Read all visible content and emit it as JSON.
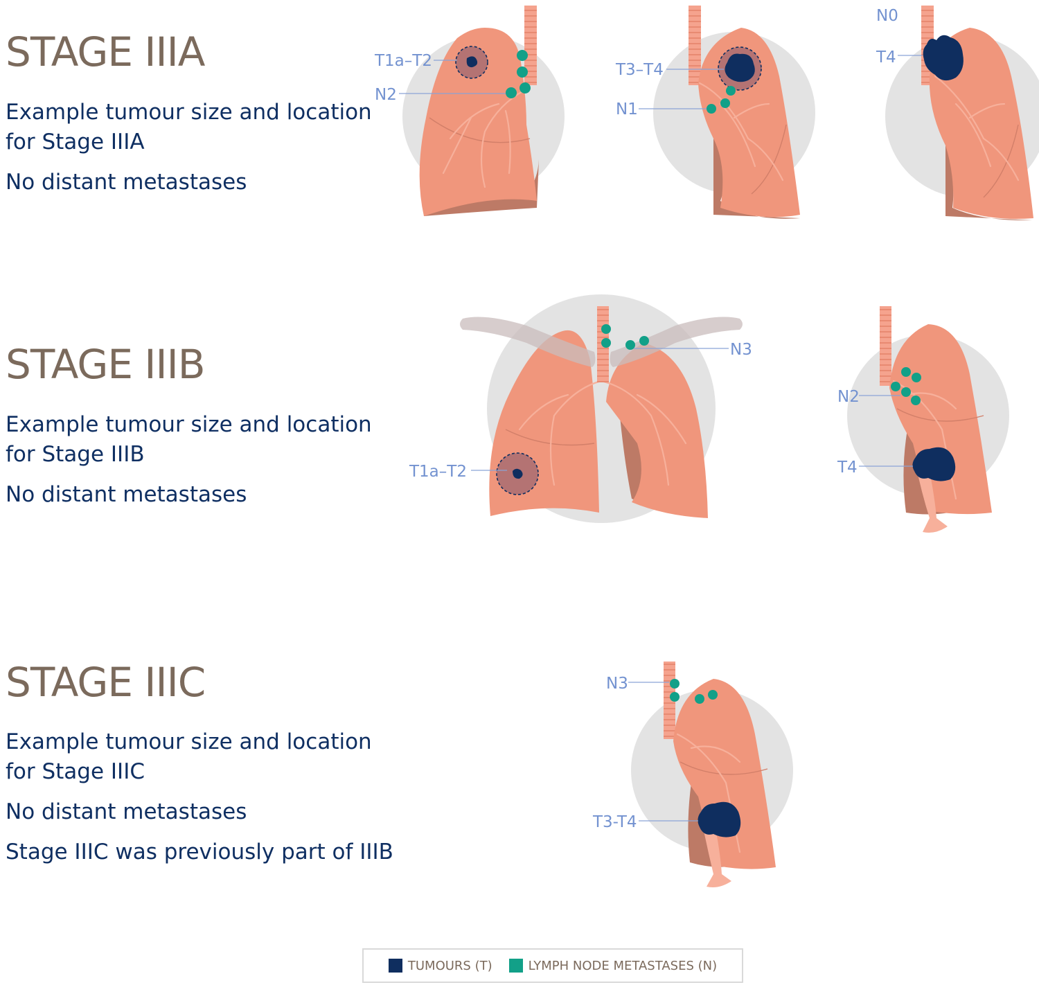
{
  "stages": [
    {
      "title": "STAGE IIIA",
      "desc_line1": "Example tumour size and location",
      "desc_line2": "for Stage IIIA",
      "desc_line3": "No distant metastases",
      "figures": [
        {
          "labels": [
            "T1a–T2",
            "N2"
          ]
        },
        {
          "labels": [
            "T3–T4",
            "N1"
          ]
        },
        {
          "labels": [
            "N0",
            "T4"
          ]
        }
      ]
    },
    {
      "title": "STAGE IIIB",
      "desc_line1": "Example tumour size and location",
      "desc_line2": "for Stage IIIB",
      "desc_line3": "No distant metastases",
      "figures": [
        {
          "labels": [
            "N3",
            "T1a–T2"
          ]
        },
        {
          "labels": [
            "N2",
            "T4"
          ]
        }
      ]
    },
    {
      "title": "STAGE IIIC",
      "desc_line1": "Example tumour size and location",
      "desc_line2": "for Stage IIIC",
      "desc_line3": "No distant metastases",
      "desc_line4": "Stage IIIC was previously part of IIIB",
      "figures": [
        {
          "labels": [
            "N3",
            "T3-T4"
          ]
        }
      ]
    }
  ],
  "legend": {
    "tumours": "TUMOURS (T)",
    "lymph": "LYMPH NODE METASTASES (N)",
    "tumour_color": "#0f2e5f",
    "lymph_color": "#12a088"
  }
}
